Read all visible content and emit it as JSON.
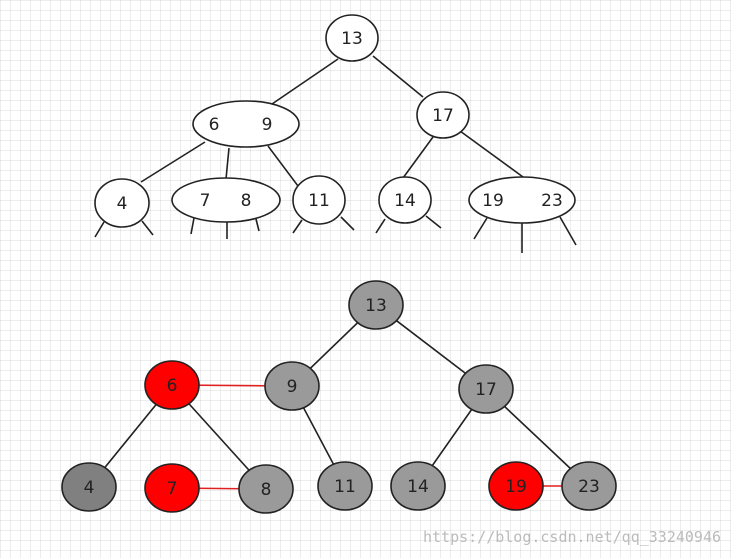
{
  "colors": {
    "white_fill": "#ffffff",
    "black_node": "#9a9a9a",
    "black_node_dark": "#808080",
    "red_node": "#ff0000",
    "red_link": "#e02020",
    "edge": "#222222"
  },
  "tree_234": {
    "node_13": [
      "13"
    ],
    "node_6_9": [
      "6",
      "9"
    ],
    "node_17": [
      "17"
    ],
    "node_4": [
      "4"
    ],
    "node_7_8": [
      "7",
      "8"
    ],
    "node_11": [
      "11"
    ],
    "node_14": [
      "14"
    ],
    "node_19_23": [
      "19",
      "23"
    ]
  },
  "red_black_tree": {
    "node_13": {
      "label": "13",
      "color": "black"
    },
    "node_6": {
      "label": "6",
      "color": "red"
    },
    "node_9": {
      "label": "9",
      "color": "black"
    },
    "node_17": {
      "label": "17",
      "color": "black"
    },
    "node_4": {
      "label": "4",
      "color": "black"
    },
    "node_7": {
      "label": "7",
      "color": "red"
    },
    "node_8": {
      "label": "8",
      "color": "black"
    },
    "node_11": {
      "label": "11",
      "color": "black"
    },
    "node_14": {
      "label": "14",
      "color": "black"
    },
    "node_19": {
      "label": "19",
      "color": "red"
    },
    "node_23": {
      "label": "23",
      "color": "black"
    }
  },
  "watermark": "https://blog.csdn.net/qq_33240946"
}
